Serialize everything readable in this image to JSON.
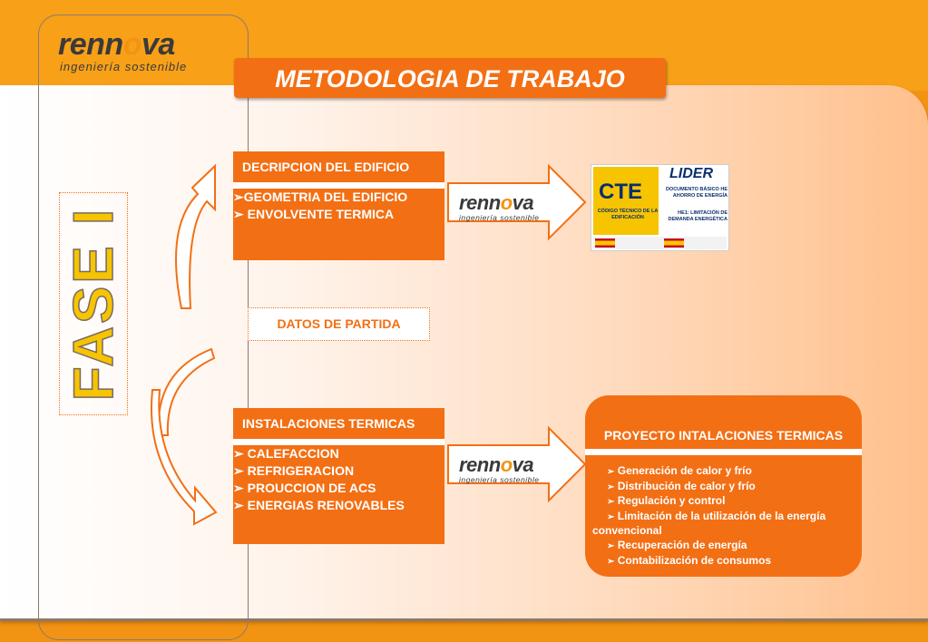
{
  "brand": {
    "name_pre": "renn",
    "name_o": "o",
    "name_post": "va",
    "tagline": "ingeniería sostenible"
  },
  "slide": {
    "title": "METODOLOGIA DE TRABAJO",
    "phase_label": "FASE I"
  },
  "box_building": {
    "header": "DECRIPCION DEL EDIFICIO",
    "items": [
      "➢GEOMETRIA DEL EDIFICIO",
      "➢ ENVOLVENTE TERMICA"
    ]
  },
  "datos": "DATOS DE PARTIDA",
  "box_installations": {
    "header": "INSTALACIONES TERMICAS",
    "items": [
      "➢ CALEFACCION",
      "➢ REFRIGERACION",
      "➢ PROUCCION DE ACS",
      "➢ ENERGIAS RENOVABLES"
    ]
  },
  "cte_logo": {
    "cte": "CTE",
    "cte_sub": "CÓDIGO TÉCNICO DE LA EDIFICACIÓN",
    "lider": "LIDER",
    "lider_doc": "DOCUMENTO BÁSICO HE AHORRO DE ENERGÍA",
    "lider_he1": "HE1: LIMITACIÓN DE DEMANDA ENERGÉTICA"
  },
  "proyecto": {
    "header": "PROYECTO INTALACIONES TERMICAS",
    "items": [
      "Generación de calor y frío",
      "Distribución de calor y frío",
      "Regulación y control",
      "Limitación de la utilización de la energía convencional",
      "Recuperación de energía",
      "Contabilización de consumos"
    ]
  },
  "colors": {
    "orange": "#f36f14",
    "page_orange": "#f39313",
    "phase_yellow": "#f6c400",
    "cte_blue": "#0a2f6e"
  }
}
